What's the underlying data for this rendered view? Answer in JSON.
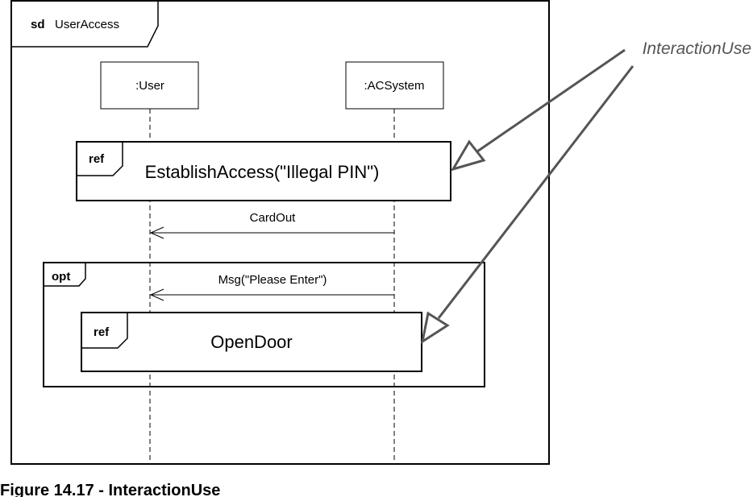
{
  "frame": {
    "keyword": "sd",
    "name": "UserAccess"
  },
  "lifelines": [
    {
      "label": ":User"
    },
    {
      "label": ":ACSystem"
    }
  ],
  "interaction_uses": [
    {
      "tag": "ref",
      "label": "EstablishAccess(\"Illegal PIN\")"
    },
    {
      "tag": "ref",
      "label": "OpenDoor"
    }
  ],
  "messages": [
    {
      "label": "CardOut"
    },
    {
      "label": "Msg(\"Please Enter\")"
    }
  ],
  "fragment": {
    "operator": "opt"
  },
  "annotation": {
    "label": "InteractionUse"
  },
  "caption": "Figure 14.17 - InteractionUse",
  "colors": {
    "lines": "#000000",
    "annotation_arrow": "#555555"
  }
}
